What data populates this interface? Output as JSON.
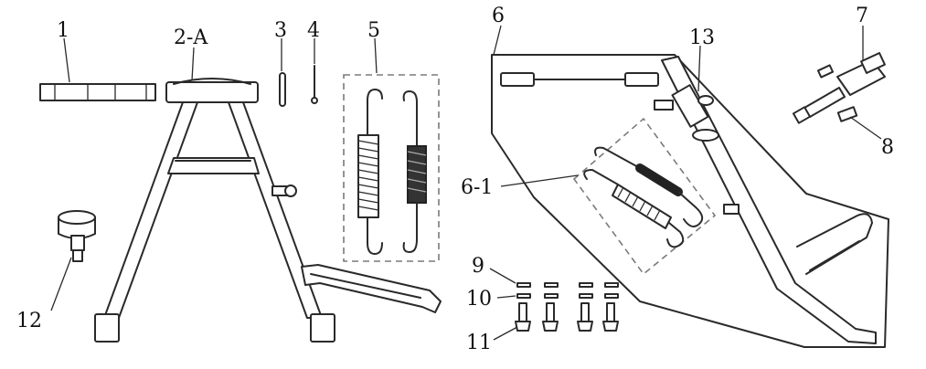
{
  "callouts": {
    "c1": "1",
    "c2A": "2-A",
    "c3": "3",
    "c4": "4",
    "c5": "5",
    "c6": "6",
    "c61": "6-1",
    "c7": "7",
    "c8": "8",
    "c9": "9",
    "c10": "10",
    "c11": "11",
    "c12": "12",
    "c13": "13"
  }
}
